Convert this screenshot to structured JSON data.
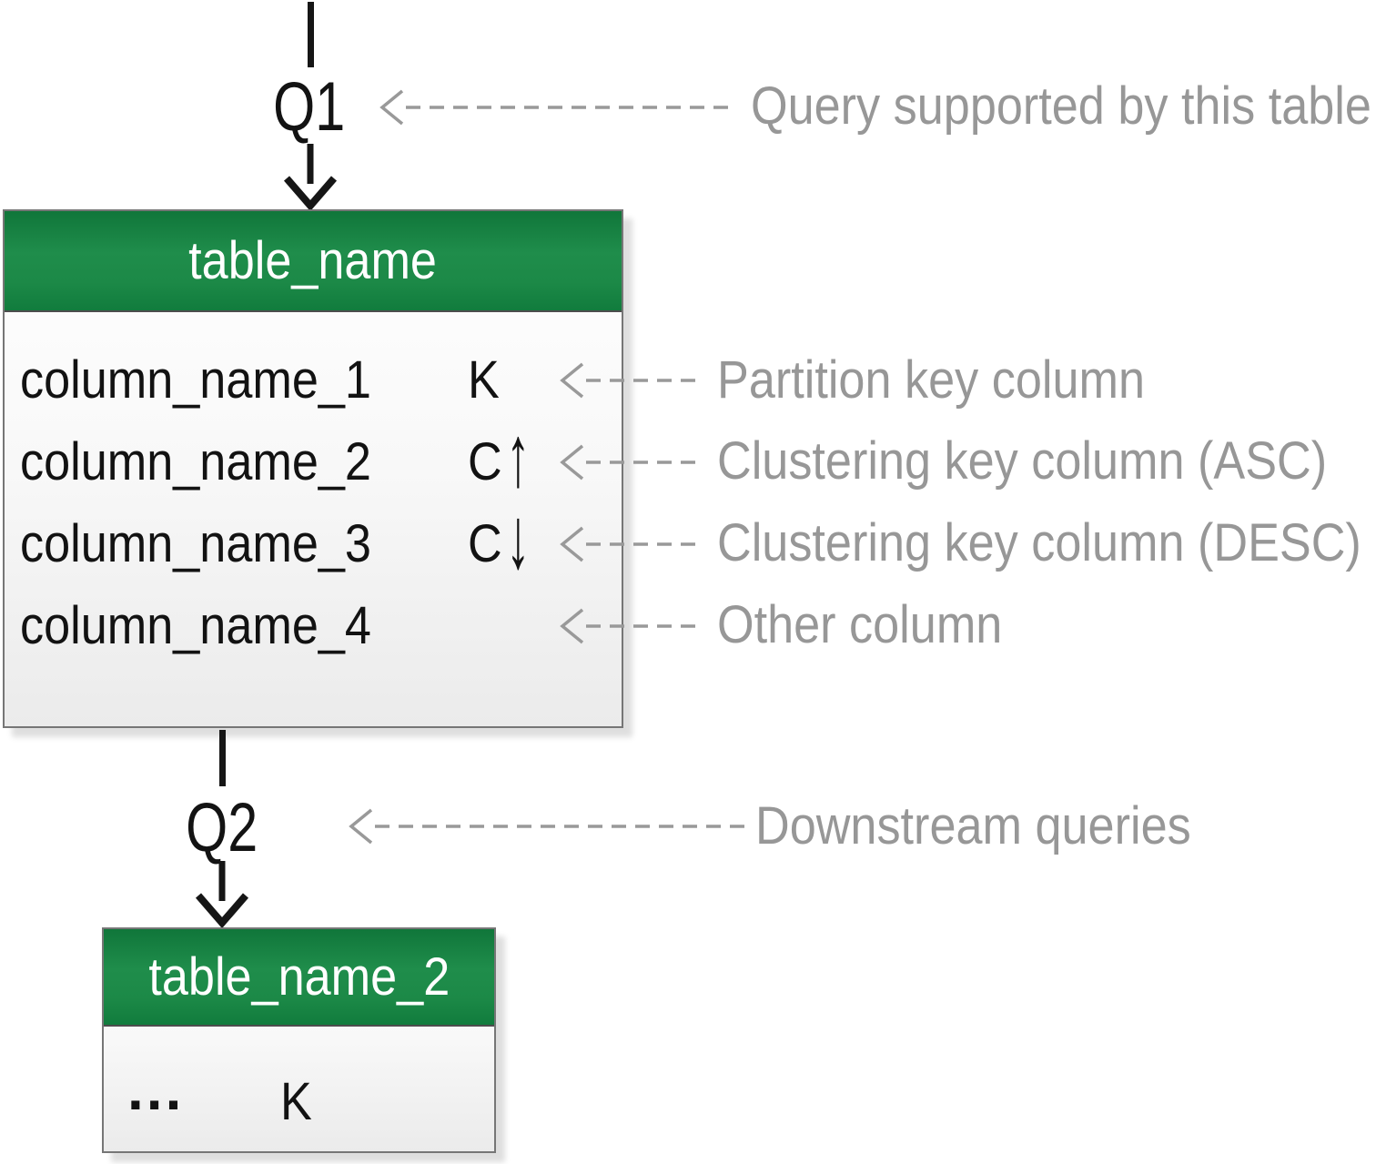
{
  "diagram": {
    "query_flow_1": {
      "label": "Q1",
      "annotation": "Query supported by this table"
    },
    "query_flow_2": {
      "label": "Q2",
      "annotation": "Downstream queries"
    },
    "table1": {
      "name": "table_name",
      "columns": [
        {
          "name": "column_name_1",
          "key": "K",
          "key_dir": "",
          "annotation": "Partition key column"
        },
        {
          "name": "column_name_2",
          "key": "C",
          "key_dir": "↑",
          "annotation": "Clustering key column (ASC)"
        },
        {
          "name": "column_name_3",
          "key": "C",
          "key_dir": "↓",
          "annotation": "Clustering key column (DESC)"
        },
        {
          "name": "column_name_4",
          "key": "",
          "key_dir": "",
          "annotation": "Other column"
        }
      ]
    },
    "table2": {
      "name": "table_name_2",
      "columns": [
        {
          "name": "...",
          "key": "K"
        }
      ]
    },
    "colors": {
      "header_green": "#1e8c4a",
      "annotation_gray": "#979797",
      "line_black": "#161616"
    }
  }
}
